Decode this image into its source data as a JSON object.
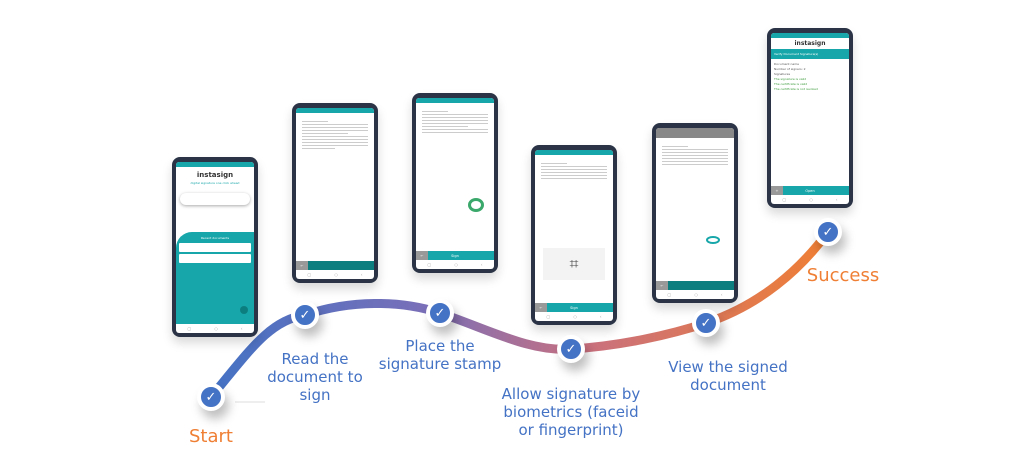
{
  "steps": [
    {
      "label": "Start"
    },
    {
      "label": "Read the document to sign"
    },
    {
      "label": "Place the signature stamp"
    },
    {
      "label": "Allow signature by biometrics (faceid or fingerprint)"
    },
    {
      "label": "View the signed document"
    },
    {
      "label": "Success"
    }
  ],
  "colors": {
    "start": "#4472c4",
    "end": "#ef7f34",
    "teal": "#17a6a9",
    "check": "#4472c4"
  },
  "phones": {
    "home": {
      "logo": "instasign",
      "tagline": "digital signature one click ahead",
      "recent": "Recent documents"
    },
    "sign_button": "Sign",
    "verify": {
      "logo": "instasign",
      "title": "Verify Document Signature(s)",
      "doc_name": "Document name",
      "signers": "Number of signers: 2",
      "signatures": "Signatures",
      "valid_sig": "The signature is valid",
      "valid_cert": "The certificate is valid",
      "not_revoked": "The certificate is not revoked",
      "open": "Open"
    }
  }
}
